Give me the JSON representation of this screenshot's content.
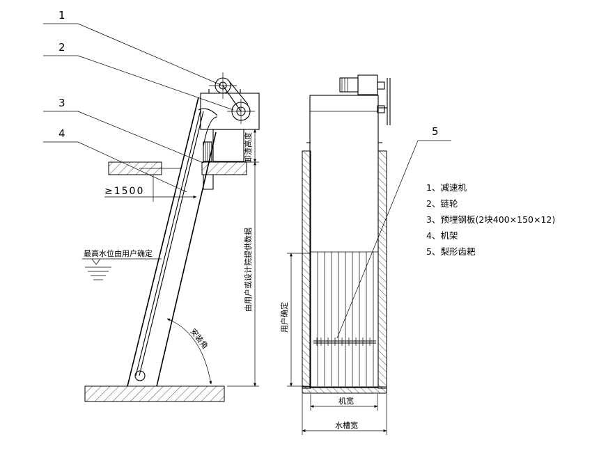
{
  "callouts": {
    "c1": "1",
    "c2": "2",
    "c3": "3",
    "c4": "4",
    "c5": "5"
  },
  "legend": [
    "1、减速机",
    "2、链轮",
    "3、预埋钢板(2块400×150×12)",
    "4、机架",
    "5、梨形齿耙"
  ],
  "side_view": {
    "min_distance": "≥1500",
    "water_level_note": "最高水位由用户确定",
    "unload_height": "卸渣高度",
    "channel_depth": "由用户或设计院提供数据",
    "install_angle": "安装角"
  },
  "front_view": {
    "user_defined": "用户确定",
    "machine_width": "机宽",
    "channel_width": "水槽宽"
  }
}
